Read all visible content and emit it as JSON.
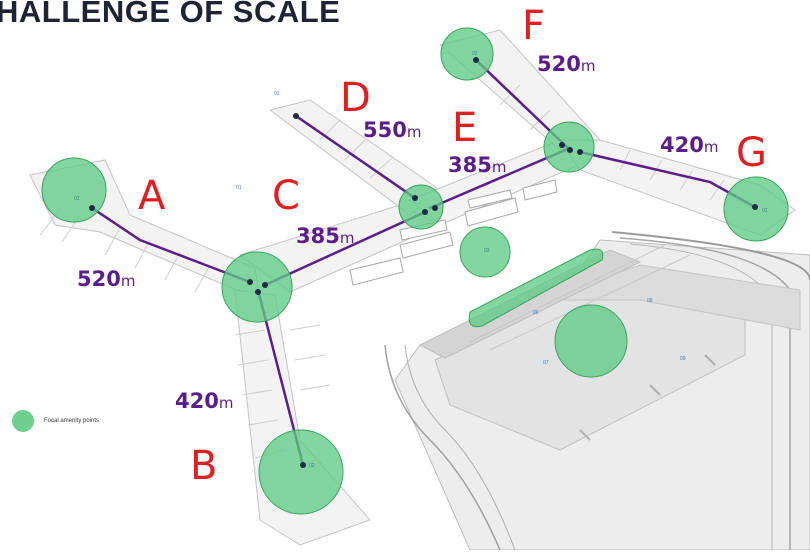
{
  "title": "HALLENGE OF SCALE",
  "piers": [
    {
      "id": "pier-a",
      "letter": "A",
      "distance": "520",
      "unit": "m"
    },
    {
      "id": "pier-b",
      "letter": "B",
      "distance": "420",
      "unit": "m"
    },
    {
      "id": "pier-c",
      "letter": "C",
      "distance": "385",
      "unit": "m"
    },
    {
      "id": "pier-d",
      "letter": "D",
      "distance": "550",
      "unit": "m"
    },
    {
      "id": "pier-e",
      "letter": "E",
      "distance": "385",
      "unit": "m"
    },
    {
      "id": "pier-f",
      "letter": "F",
      "distance": "520",
      "unit": "m"
    },
    {
      "id": "pier-g",
      "letter": "G",
      "distance": "420",
      "unit": "m"
    }
  ],
  "zone_labels": [
    "01",
    "02",
    "03",
    "06",
    "07",
    "08",
    "09"
  ],
  "legend": {
    "label": "Focal amenity points"
  },
  "colors": {
    "route": "#5b1d8a",
    "amenity": "#5fca84",
    "letters": "#e02020",
    "title": "#1f2333",
    "zone_numbers": "#3a7fb0"
  }
}
